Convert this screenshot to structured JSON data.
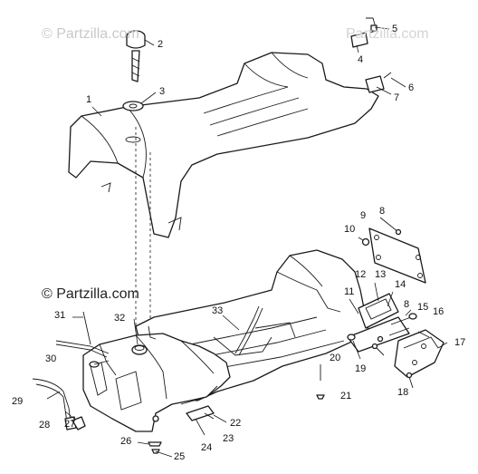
{
  "watermarks": {
    "top": "© Partzilla.com",
    "middle": "© Partzilla.com",
    "right": "Partzilla.com"
  },
  "callouts": [
    "1",
    "2",
    "3",
    "4",
    "5",
    "6",
    "7",
    "8",
    "9",
    "10",
    "11",
    "12",
    "13",
    "14",
    "8",
    "15",
    "16",
    "17",
    "18",
    "19",
    "20",
    "21",
    "22",
    "23",
    "24",
    "25",
    "26",
    "27",
    "28",
    "29",
    "30",
    "31",
    "32",
    "33"
  ]
}
